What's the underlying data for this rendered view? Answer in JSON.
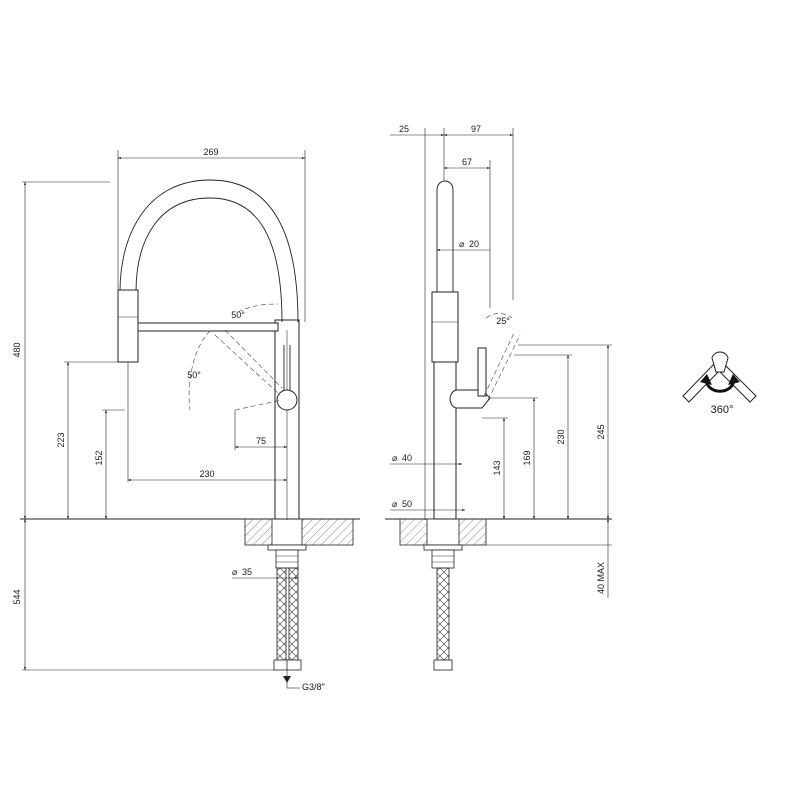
{
  "front_view": {
    "dim_269": "269",
    "dim_480": "480",
    "dim_223": "223",
    "dim_152": "152",
    "dim_230": "230",
    "dim_75": "75",
    "angle_50_top": "50°",
    "angle_50_left": "50°",
    "dim_544": "544",
    "dia_35": "35",
    "thread": "G3/8\""
  },
  "side_view": {
    "dim_25": "25",
    "dim_97": "97",
    "dim_67": "67",
    "dia_20": "20",
    "angle_25": "25°",
    "dia_40": "40",
    "dia_50": "50",
    "dim_143": "143",
    "dim_169": "169",
    "dim_230": "230",
    "dim_245": "245",
    "dim_40max": "40 MAX"
  },
  "rotation": {
    "label": "360°"
  }
}
